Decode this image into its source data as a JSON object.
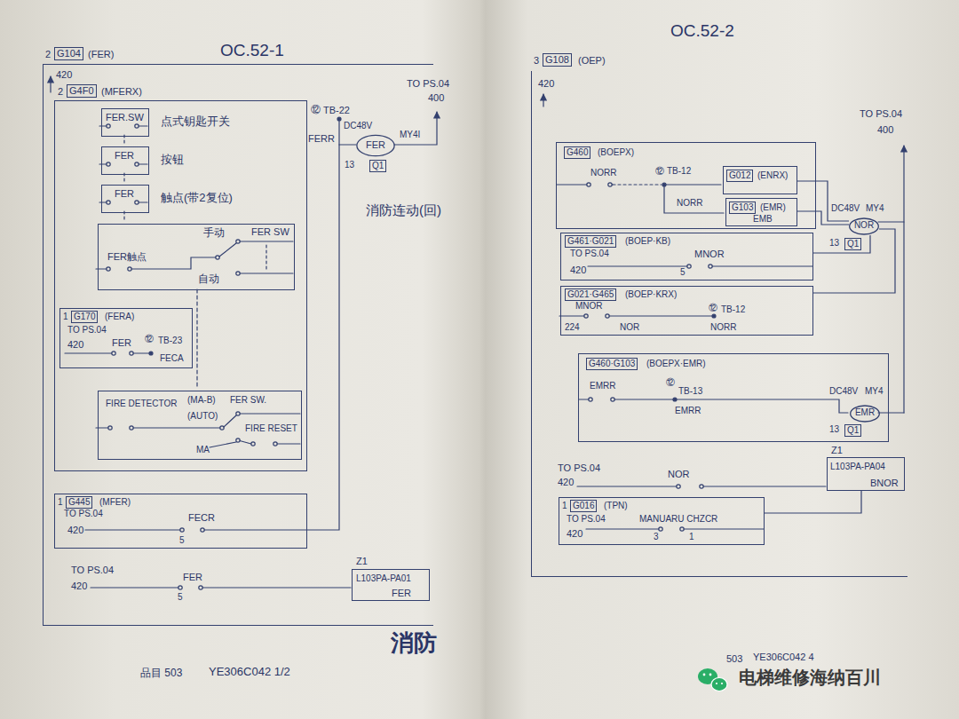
{
  "diagram": {
    "nodes": [
      {
        "text": [
          "2",
          "G104",
          "(FER)"
        ]
      },
      {
        "text": [
          "2",
          "G4F0",
          "(MFERX)"
        ],
        "in": 0
      },
      {
        "text": [
          "FER.SW",
          "点式钥匙开关"
        ],
        "in": 1
      },
      {
        "text": [
          "FER",
          "按钮"
        ],
        "in": 1
      },
      {
        "text": [
          "FER",
          "触点(带2复位)"
        ],
        "in": 1
      },
      {
        "text": [
          "FER触点",
          "手动",
          "FER SW",
          "自动"
        ],
        "in": 1
      },
      {
        "text": [
          "1",
          "G170",
          "(FERA)",
          "TO PS.04",
          "420",
          "FER",
          "⑫",
          "TB-23",
          "FECA"
        ],
        "in": 1
      },
      {
        "text": [
          "FIRE DETECTOR",
          "(MA-B)",
          "(AUTO)",
          "FER SW.",
          "FIRE RESET",
          "MA"
        ],
        "in": 1
      },
      {
        "text": [
          "1",
          "G445",
          "(MFER)",
          "TO PS.04",
          "420",
          "FECR",
          "5"
        ],
        "in": 0
      },
      {
        "text": [
          "Z1",
          "L103PA-PA01",
          "FER"
        ],
        "in": 0
      },
      {
        "text": [
          "FER"
        ],
        "in": 0
      },
      {
        "text": [
          "3",
          "G108",
          "(OEP)"
        ]
      },
      {
        "text": [
          "G460",
          "(BOEPX)",
          "NORR",
          "⑫",
          "TB-12",
          "NORR"
        ],
        "in": 11
      },
      {
        "text": [
          "G012",
          "(ENRX)"
        ],
        "in": 12
      },
      {
        "text": [
          "G103",
          "(EMR)",
          "EMB"
        ],
        "in": 12
      },
      {
        "text": [
          "NOR"
        ],
        "in": 11
      },
      {
        "text": [
          "G461·G021",
          "(BOEP·KB)",
          "TO PS.04",
          "420",
          "MNOR",
          "5"
        ],
        "in": 11
      },
      {
        "text": [
          "G021·G465",
          "(BOEP·KRX)",
          "MNOR",
          "224",
          "NOR",
          "⑫",
          "TB-12",
          "NORR"
        ],
        "in": 11
      },
      {
        "text": [
          "G460·G103",
          "(BOEPX·EMR)",
          "EMRR",
          "⑫",
          "TB-13",
          "EMRR",
          "DC48V",
          "MY4"
        ],
        "in": 11
      },
      {
        "text": [
          "EMR"
        ],
        "in": 18
      },
      {
        "text": [
          "Z1",
          "L103PA-PA04",
          "BNOR"
        ],
        "in": 11
      },
      {
        "text": [
          "1",
          "G016",
          "(TPN)",
          "TO PS.04",
          "420",
          "MANUARU CHZCR",
          "3",
          "1"
        ],
        "in": 11
      }
    ],
    "edges": [
      {
        "from": 10,
        "to": 8,
        "arrow": "none"
      },
      {
        "from": 13,
        "to": 15,
        "arrow": "none"
      },
      {
        "from": 14,
        "to": 15,
        "arrow": "none"
      },
      {
        "from": 16,
        "to": 15,
        "arrow": "none"
      },
      {
        "from": 17,
        "to": 15,
        "arrow": "none"
      },
      {
        "from": 21,
        "to": 20,
        "arrow": "none"
      }
    ],
    "labels": [
      "OC.52-1",
      "420",
      "⑫",
      "TB-22",
      "FERR",
      "DC48V",
      "MY4I",
      "13",
      "Q1",
      "TO PS.04",
      "400",
      "消防连动(回)",
      "TO PS.04",
      "420",
      "FER",
      "5",
      "消防",
      "品目 503",
      "YE306C042 1/2",
      "OC.52-2",
      "420",
      "TO PS.04",
      "400",
      "DC48V",
      "MY4",
      "13",
      "Q1",
      "13",
      "Q1",
      "TO PS.04",
      "420",
      "NOR",
      "503",
      "YE306C042 4",
      "电梯维修海纳百川"
    ]
  }
}
